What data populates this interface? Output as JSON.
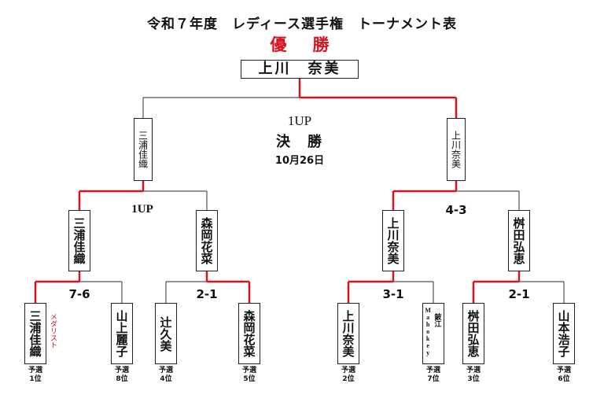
{
  "title": "令和７年度　レディース選手権　トーナメント表",
  "champion": {
    "label": "優　勝",
    "name": "上川　奈美"
  },
  "final": {
    "label": "決　勝",
    "score": "1UP",
    "date": "10月26日",
    "left": "三浦佳織",
    "right": "上川奈美"
  },
  "semifinals": [
    {
      "score": "1UP",
      "left": "三浦佳織",
      "right": "森岡花菜"
    },
    {
      "score": "4-3",
      "left": "上川奈美",
      "right": "桝田弘恵"
    }
  ],
  "quarterfinals": [
    {
      "score": "7-6"
    },
    {
      "score": "2-1"
    },
    {
      "score": "3-1"
    },
    {
      "score": "2-1"
    }
  ],
  "medalist_label": "メダリスト",
  "players": [
    {
      "name": "三浦佳織",
      "rank": "予選\n1位"
    },
    {
      "name": "山上麗子",
      "rank": "予選\n8位"
    },
    {
      "name": "辻久美",
      "rank": "予選\n4位"
    },
    {
      "name": "森岡花菜",
      "rank": "予選\n5位"
    },
    {
      "name": "上川奈美",
      "rank": "予選\n2位"
    },
    {
      "name": "鈹江",
      "team": "Mahokey",
      "rank": "予選\n7位"
    },
    {
      "name": "桝田弘恵",
      "rank": "予選\n3位"
    },
    {
      "name": "山本浩子",
      "rank": "予選\n6位"
    }
  ],
  "colors": {
    "win": "#d8121e",
    "line": "#555555",
    "box": "#222222"
  }
}
